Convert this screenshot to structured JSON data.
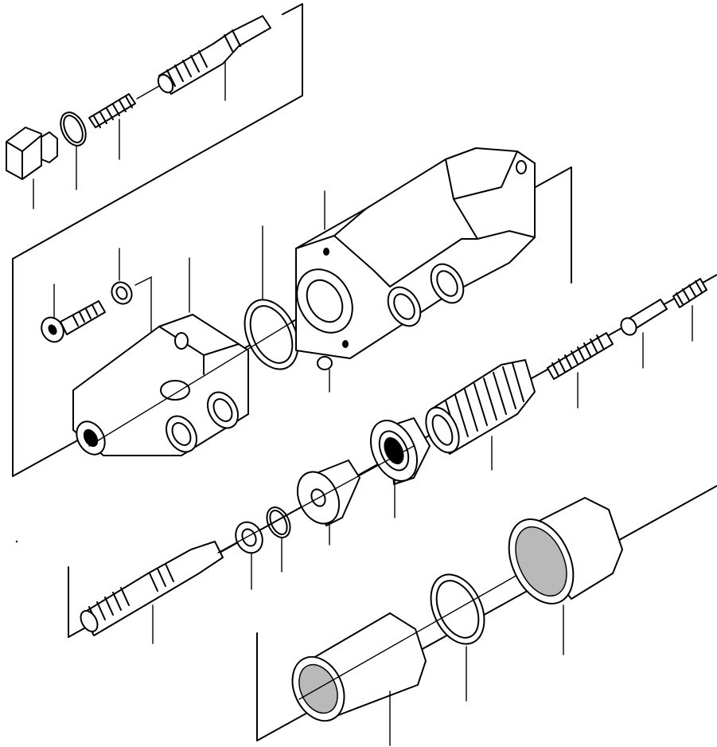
{
  "diagram": {
    "kind": "exploded-parts-view",
    "line_color": "#000000",
    "background": "#ffffff",
    "groups": [
      {
        "id": "top-right-spool-group",
        "parts": [
          "plug-bolt",
          "o-ring-small",
          "spring-small",
          "spool-upper"
        ]
      },
      {
        "id": "main-body-group",
        "parts": [
          "cap-screw",
          "washer",
          "end-cover",
          "o-ring-large",
          "valve-body",
          "set-screw"
        ]
      },
      {
        "id": "lower-spool-group",
        "parts": [
          "spool-lower",
          "seal",
          "snap-ring",
          "retainer",
          "spring-seat",
          "return-spring",
          "spring-inner",
          "check-poppet",
          "spring-tip"
        ]
      },
      {
        "id": "sleeve-group",
        "parts": [
          "sleeve-short",
          "o-ring-sleeve",
          "sleeve-long"
        ]
      }
    ]
  }
}
